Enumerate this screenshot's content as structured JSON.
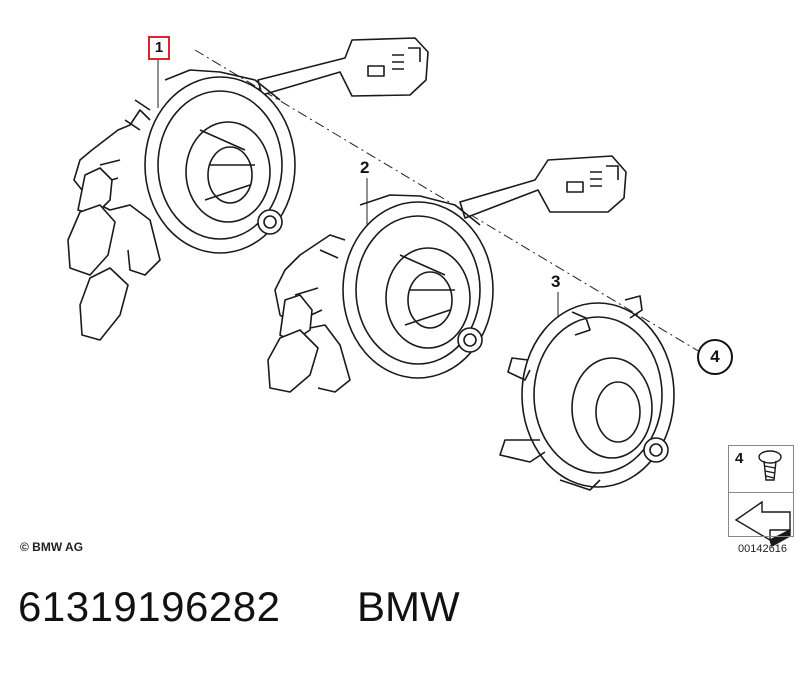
{
  "callouts": {
    "item1": "1",
    "item2": "2",
    "item3": "3",
    "item4": "4"
  },
  "legend": {
    "item_number": "4",
    "icons": [
      "screw-icon",
      "arrow-icon"
    ]
  },
  "copyright": "© BMW AG",
  "diagram_number": "00142616",
  "footer": {
    "part_number": "61319196282",
    "brand": "BMW"
  },
  "colors": {
    "highlight": "#d8262e",
    "line": "#111111"
  }
}
